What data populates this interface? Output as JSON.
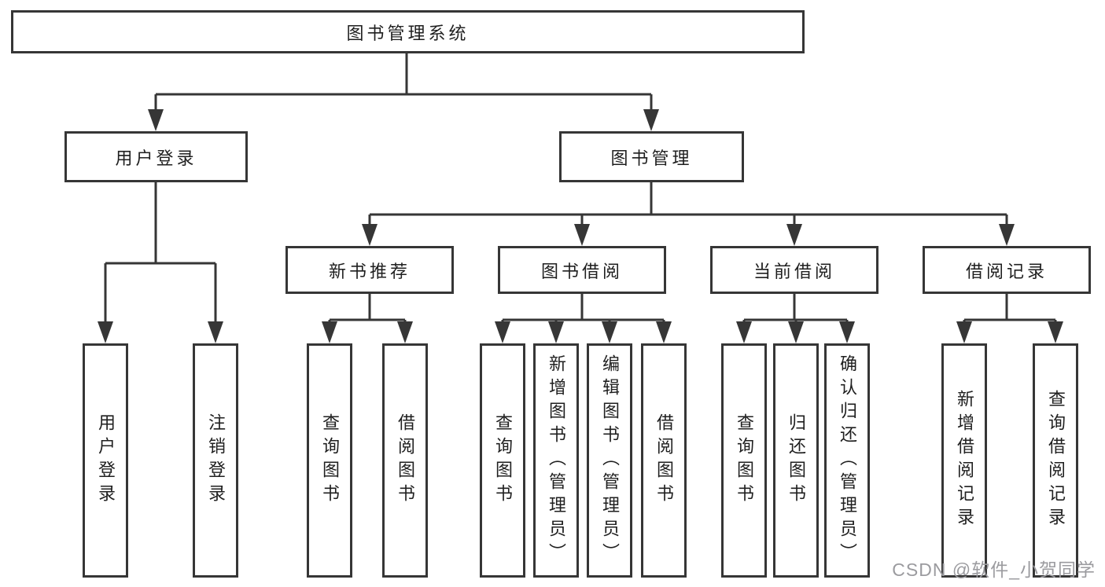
{
  "diagram": {
    "root": {
      "label": "图书管理系统"
    },
    "branches": [
      {
        "label": "用户登录",
        "children": [
          {
            "label": "用户登录"
          },
          {
            "label": "注销登录"
          }
        ]
      },
      {
        "label": "图书管理",
        "children": [
          {
            "label": "新书推荐",
            "children": [
              {
                "label": "查询图书"
              },
              {
                "label": "借阅图书"
              }
            ]
          },
          {
            "label": "图书借阅",
            "children": [
              {
                "label": "查询图书"
              },
              {
                "label": "新增图书（管理员）"
              },
              {
                "label": "编辑图书（管理员）"
              },
              {
                "label": "借阅图书"
              }
            ]
          },
          {
            "label": "当前借阅",
            "children": [
              {
                "label": "查询图书"
              },
              {
                "label": "归还图书"
              },
              {
                "label": "确认归还（管理员）"
              }
            ]
          },
          {
            "label": "借阅记录",
            "children": [
              {
                "label": "新增借阅记录"
              },
              {
                "label": "查询借阅记录"
              }
            ]
          }
        ]
      }
    ]
  },
  "watermark": {
    "text": "CSDN @软件_小贺同学"
  },
  "colors": {
    "line": "#363636",
    "box_border": "#363636",
    "text": "#1f1f1f",
    "watermark": "#9b9b9f",
    "background": "#ffffff"
  }
}
